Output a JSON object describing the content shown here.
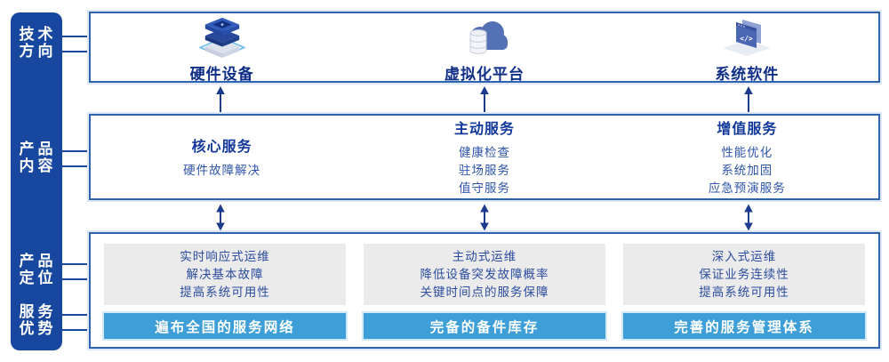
{
  "colors": {
    "sidebar_bg": "#17479E",
    "box_border": "#2E63AE",
    "heading_text": "#13389B",
    "body_text": "#2E55A8",
    "tech_label_text": "#0F2F87",
    "advantage_bar_bg": "#3E9FD8",
    "advantage_bar_text": "#FFFFFF",
    "positioning_panel_bg": "#EBEBEB",
    "arrow": "#1C3B8F"
  },
  "sidebar": {
    "categories": [
      {
        "line1": "技术",
        "line2": "方向"
      },
      {
        "line1": "产品",
        "line2": "内容"
      },
      {
        "line1": "产品",
        "line2": "定位"
      },
      {
        "line1": "服务",
        "line2": "优势"
      }
    ]
  },
  "tech_row": {
    "items": [
      {
        "icon": "hardware-stack-icon",
        "label": "硬件设备"
      },
      {
        "icon": "cloud-database-icon",
        "label": "虚拟化平台"
      },
      {
        "icon": "code-window-icon",
        "label": "系统软件"
      }
    ]
  },
  "content_row": {
    "columns": [
      {
        "title": "核心服务",
        "items": [
          "硬件故障解决"
        ]
      },
      {
        "title": "主动服务",
        "items": [
          "健康检查",
          "驻场服务",
          "值守服务"
        ]
      },
      {
        "title": "增值服务",
        "items": [
          "性能优化",
          "系统加固",
          "应急预演服务"
        ]
      }
    ]
  },
  "positioning_row": {
    "columns": [
      {
        "lines": [
          "实时响应式运维",
          "解决基本故障",
          "提高系统可用性"
        ],
        "advantage": "遍布全国的服务网络"
      },
      {
        "lines": [
          "主动式运维",
          "降低设备突发故障概率",
          "关键时间点的服务保障"
        ],
        "advantage": "完备的备件库存"
      },
      {
        "lines": [
          "深入式运维",
          "保证业务连续性",
          "提高系统可用性"
        ],
        "advantage": "完善的服务管理体系"
      }
    ]
  }
}
